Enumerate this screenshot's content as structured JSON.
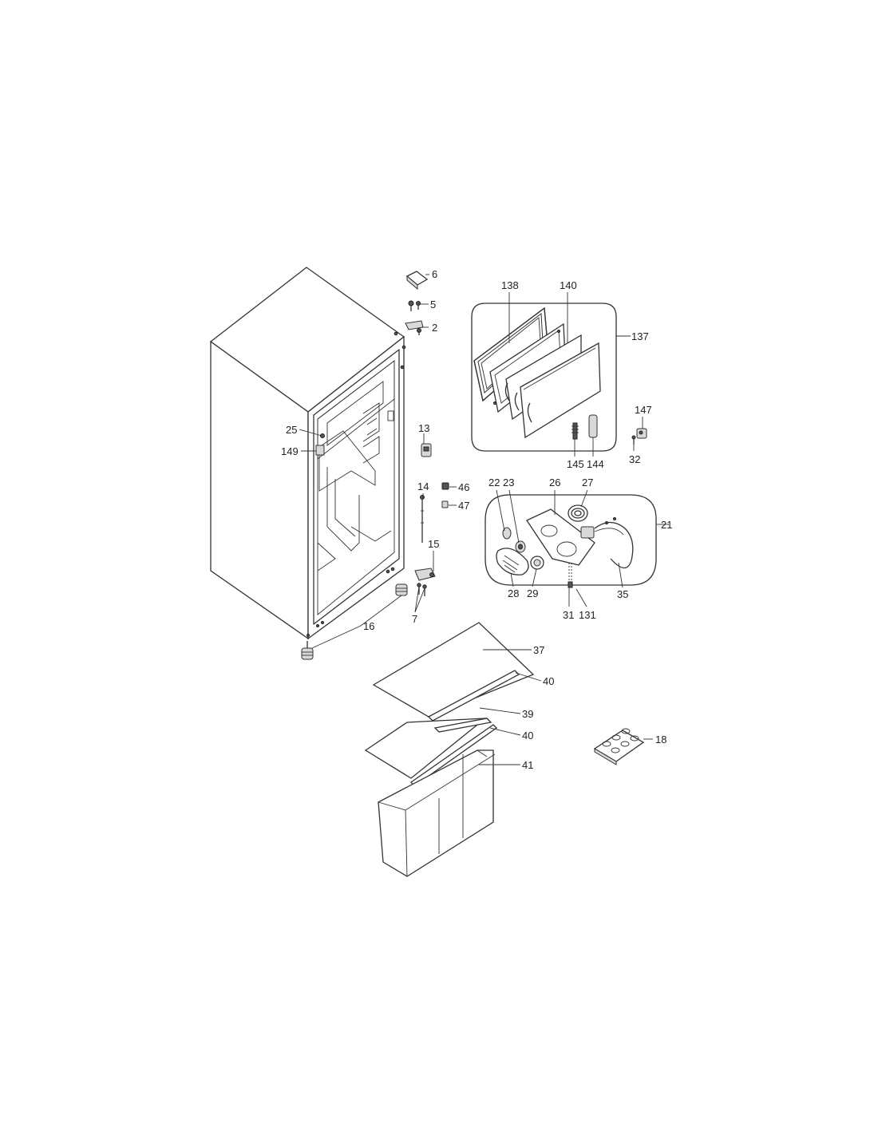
{
  "diagram": {
    "part_labels": {
      "p6": "6",
      "p5": "5",
      "p2": "2",
      "p138": "138",
      "p140": "140",
      "p137": "137",
      "p13": "13",
      "p25": "25",
      "p149": "149",
      "p147": "147",
      "p32": "32",
      "p145": "145",
      "p144": "144",
      "p14": "14",
      "p46": "46",
      "p47": "47",
      "p22": "22",
      "p23": "23",
      "p26": "26",
      "p27": "27",
      "p21": "21",
      "p15": "15",
      "p28": "28",
      "p29": "29",
      "p35": "35",
      "p31": "31",
      "p131": "131",
      "p7": "7",
      "p16": "16",
      "p37": "37",
      "p40a": "40",
      "p39": "39",
      "p40b": "40",
      "p41": "41",
      "p18": "18"
    }
  }
}
